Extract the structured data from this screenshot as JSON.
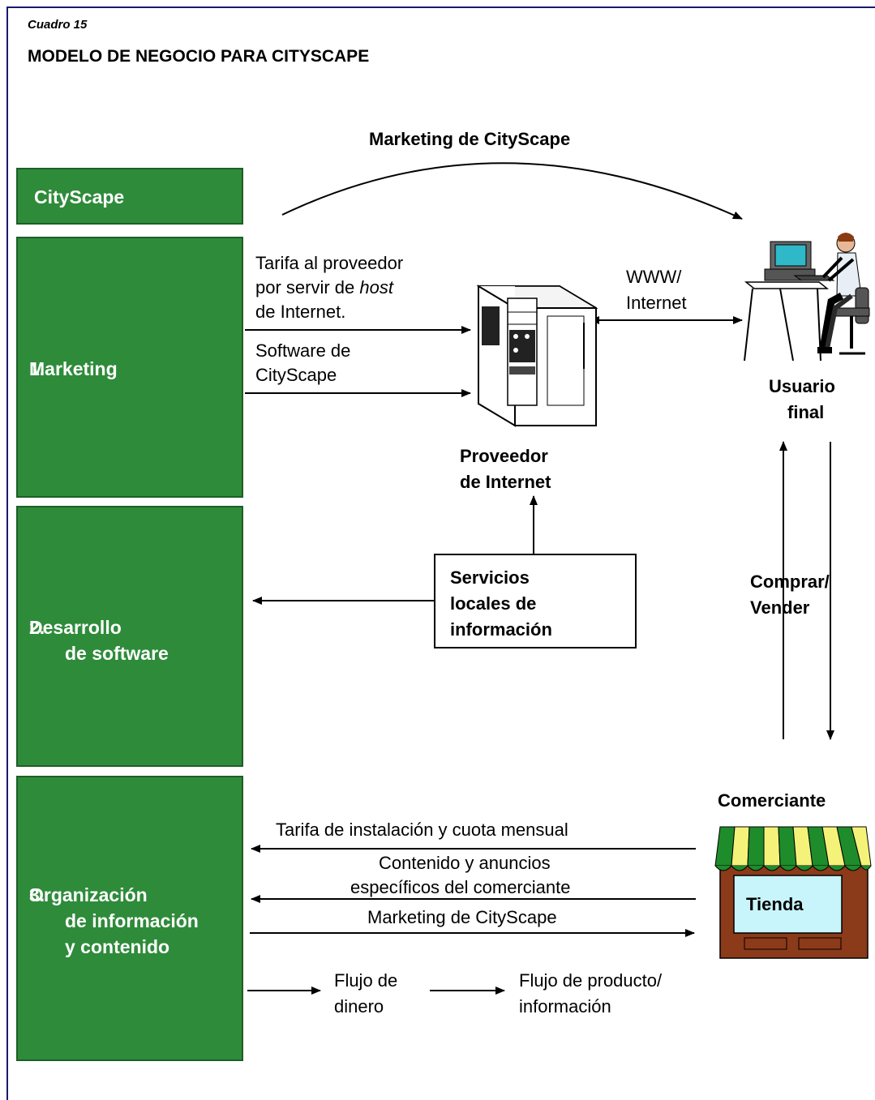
{
  "caption": "Cuadro 15",
  "title": "MODELO DE NEGOCIO PARA CITYSCAPE",
  "top_arc_label": "Marketing de CityScape",
  "sidebar": {
    "brand": "CityScape",
    "items": [
      {
        "num": "1.",
        "lines": [
          "Marketing"
        ]
      },
      {
        "num": "2.",
        "lines": [
          "Desarrollo",
          "de software"
        ]
      },
      {
        "num": "3.",
        "lines": [
          "Organización",
          "de información",
          "y contenido"
        ]
      }
    ]
  },
  "provider_flows": {
    "fee_lines": [
      "Tarifa al proveedor",
      "por servir de ",
      "host",
      "de Internet."
    ],
    "software_lines": [
      "Software de",
      "CityScape"
    ]
  },
  "www_lines": [
    "WWW/",
    "Internet"
  ],
  "provider_label": [
    "Proveedor",
    "de Internet"
  ],
  "user_label": [
    "Usuario",
    "final"
  ],
  "services_box": [
    "Servicios",
    "locales de",
    "información"
  ],
  "buy_sell": [
    "Comprar/",
    "Vender"
  ],
  "merchant": {
    "label": "Comerciante",
    "store_sign": "Tienda"
  },
  "merchant_flows": {
    "fee": "Tarifa de instalación y cuota mensual",
    "content_lines": [
      "Contenido y anuncios",
      "específicos del comerciante"
    ],
    "marketing": "Marketing de CityScape"
  },
  "legend": {
    "money": [
      "Flujo de",
      "dinero"
    ],
    "product": [
      "Flujo de producto/",
      "información"
    ]
  },
  "colors": {
    "green_box": "#2e8b3a",
    "awning_green": "#1e8c2a",
    "awning_yellow": "#f5f27a",
    "store_brown": "#8b3a1a",
    "sign_cyan": "#c8f4fb"
  }
}
